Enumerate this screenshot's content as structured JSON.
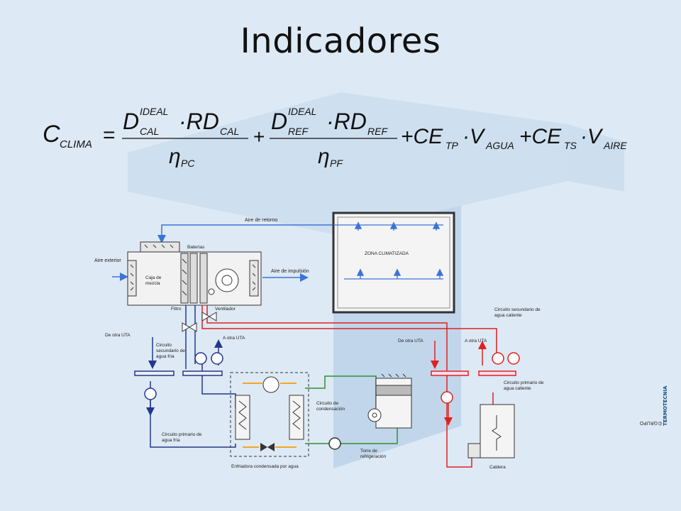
{
  "slide": {
    "title": "Indicadores",
    "credit_prefix": "©GRUPO",
    "credit_brand": "TERMOTECNIA"
  },
  "formula": {
    "lhs": "C",
    "lhs_sub": "CLIMA",
    "t1_num_D": "D",
    "t1_num_sup": "IDEAL",
    "t1_num_sub": "CAL",
    "t1_num_RD": "·RD",
    "t1_num_RD_sub": "CAL",
    "t1_den": "η",
    "t1_den_sub": "PC",
    "t2_num_D": "D",
    "t2_num_sup": "IDEAL",
    "t2_num_sub": "REF",
    "t2_num_RD": "·RD",
    "t2_num_RD_sub": "REF",
    "t2_den": "η",
    "t2_den_sub": "PF",
    "t3": "+CE",
    "t3_sub": "TP",
    "t3_v": "·V",
    "t3_v_sub": "AGUA",
    "t4": "+CE",
    "t4_sub": "TS",
    "t4_v": "·V",
    "t4_v_sub": "AIRE"
  },
  "diagram_labels": {
    "aire_retorno": "Aire de retorno",
    "zona": "ZONA CLIMATIZADA",
    "aire_exterior": "Aire exterior",
    "baterias": "Baterías",
    "caja_mezcla_1": "Caja de",
    "caja_mezcla_2": "mezcla",
    "aire_impulsion": "Aire de impulsión",
    "filtro": "Filtro",
    "ventilador": "Ventilador",
    "de_otra_uta_left": "De otra UTA",
    "a_otra_uta_left": "A otra UTA",
    "circ_sec_fria_1": "Circuito",
    "circ_sec_fria_2": "secundario de",
    "circ_sec_fria_3": "agua fría",
    "circ_prim_fria_1": "Circuito primario de",
    "circ_prim_fria_2": "agua fría",
    "enfriadora": "Enfriadora condensada por agua",
    "circ_cond_1": "Circuito de",
    "circ_cond_2": "condensación",
    "torre_1": "Torre de",
    "torre_2": "refrigeración",
    "de_otra_uta_right": "De otra UTA",
    "a_otra_uta_right": "A otra UTA",
    "circ_sec_cal_1": "Circuito secundario de",
    "circ_sec_cal_2": "agua caliente",
    "circ_prim_cal_1": "Circuito primario de",
    "circ_prim_cal_2": "agua caliente",
    "caldera": "Caldera"
  },
  "colors": {
    "air_blue": "#3b73d8",
    "cold_water": "#23378f",
    "hot_water": "#e02020",
    "condensation": "#2f8f2f",
    "refrigerant": "#f5a623"
  }
}
